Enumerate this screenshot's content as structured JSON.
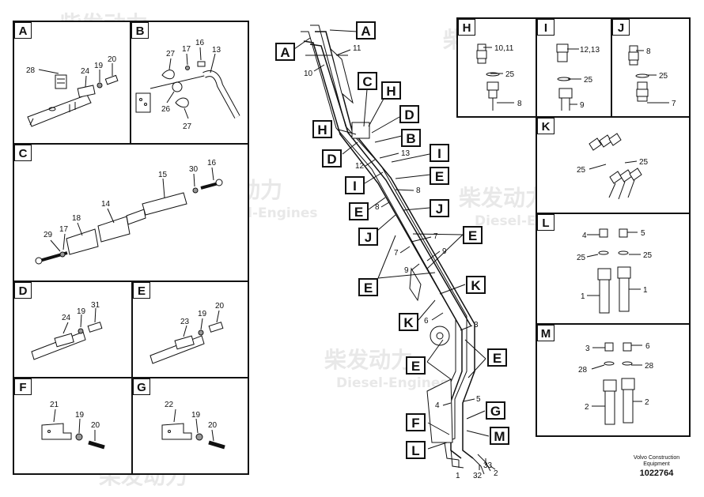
{
  "watermark": {
    "cn": "柴发动力",
    "en": "Diesel-Engines"
  },
  "footer": {
    "company": "Volvo Construction",
    "sub": "Equipment",
    "code": "1022764"
  },
  "panels": {
    "A": {
      "tag": "A",
      "parts": [
        "28",
        "24",
        "19",
        "20"
      ]
    },
    "B": {
      "tag": "B",
      "parts": [
        "27",
        "17",
        "16",
        "13",
        "26",
        "27"
      ]
    },
    "C": {
      "tag": "C",
      "parts": [
        "15",
        "30",
        "16",
        "14",
        "18",
        "29",
        "17"
      ]
    },
    "D": {
      "tag": "D",
      "parts": [
        "24",
        "19",
        "31"
      ]
    },
    "E": {
      "tag": "E",
      "parts": [
        "23",
        "19",
        "20"
      ]
    },
    "F": {
      "tag": "F",
      "parts": [
        "21",
        "19",
        "20"
      ]
    },
    "G": {
      "tag": "G",
      "parts": [
        "22",
        "19",
        "20"
      ]
    },
    "H": {
      "tag": "H",
      "parts": [
        "10,11",
        "25",
        "8"
      ]
    },
    "I": {
      "tag": "I",
      "parts": [
        "12,13",
        "25",
        "9"
      ]
    },
    "J": {
      "tag": "J",
      "parts": [
        "8",
        "25",
        "7"
      ]
    },
    "K": {
      "tag": "K",
      "parts": [
        "25",
        "25"
      ]
    },
    "L": {
      "tag": "L",
      "parts": [
        "4",
        "5",
        "25",
        "25",
        "1",
        "1"
      ]
    },
    "M": {
      "tag": "M",
      "parts": [
        "3",
        "6",
        "28",
        "28",
        "2",
        "2"
      ]
    }
  },
  "center_callouts": [
    "A",
    "A",
    "C",
    "H",
    "D",
    "B",
    "H",
    "D",
    "I",
    "E",
    "I",
    "E",
    "J",
    "J",
    "E",
    "E",
    "K",
    "K",
    "E",
    "E",
    "G",
    "F",
    "M",
    "L"
  ],
  "center_parts": [
    "11",
    "10",
    "13",
    "12",
    "8",
    "8",
    "7",
    "7",
    "9",
    "9",
    "6",
    "3",
    "4",
    "5",
    "1",
    "32",
    "33",
    "2"
  ]
}
